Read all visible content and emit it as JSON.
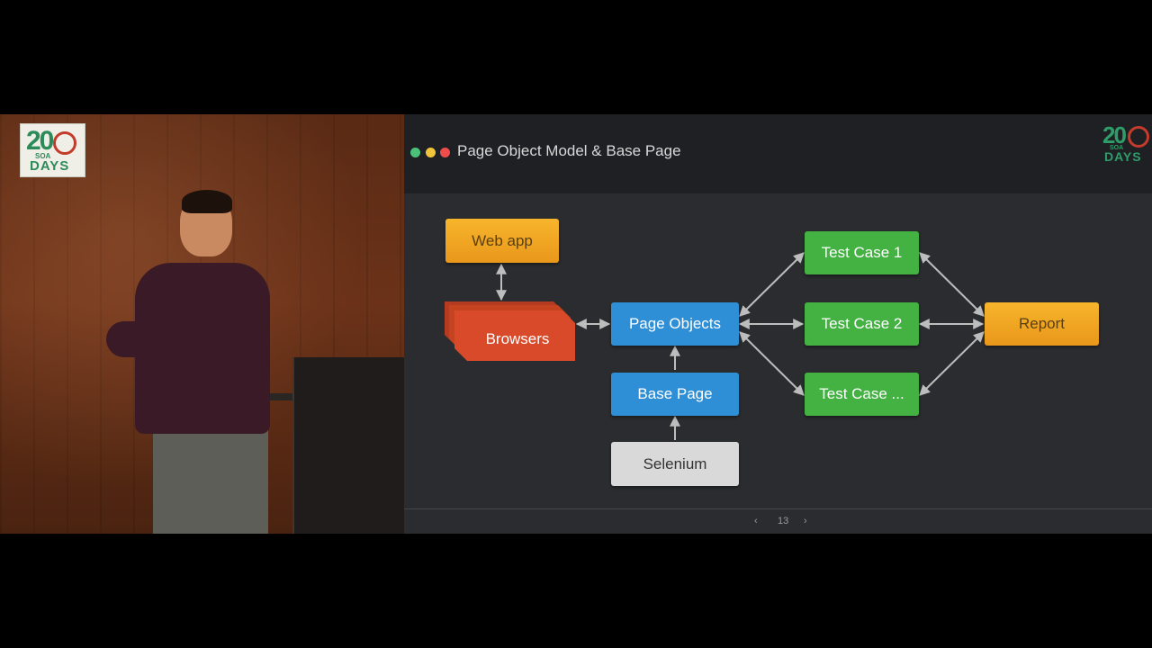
{
  "video": {
    "logo": {
      "number": "20",
      "org": "SOA",
      "word": "DAYS"
    }
  },
  "slide": {
    "title": "Page Object Model & Base Page",
    "window_dots": {
      "green": "#4ac27a",
      "yellow": "#f0c43a",
      "red": "#ef4c4c"
    },
    "logo": {
      "number": "20",
      "org": "SOA",
      "word": "DAYS"
    },
    "diagram": {
      "web_app": "Web app",
      "browsers": "Browsers",
      "page_objects": "Page Objects",
      "base_page": "Base Page",
      "selenium": "Selenium",
      "test_case_1": "Test Case 1",
      "test_case_2": "Test Case 2",
      "test_case_n": "Test Case ...",
      "report": "Report"
    },
    "colors": {
      "orange": "#f7b52c",
      "blue": "#2e8fd6",
      "green": "#43b242",
      "red": "#d84a2a",
      "gray": "#d9d9d9"
    },
    "pager": {
      "prev_icon": "chevron-left-icon",
      "page": "13",
      "next_icon": "chevron-right-icon"
    }
  }
}
